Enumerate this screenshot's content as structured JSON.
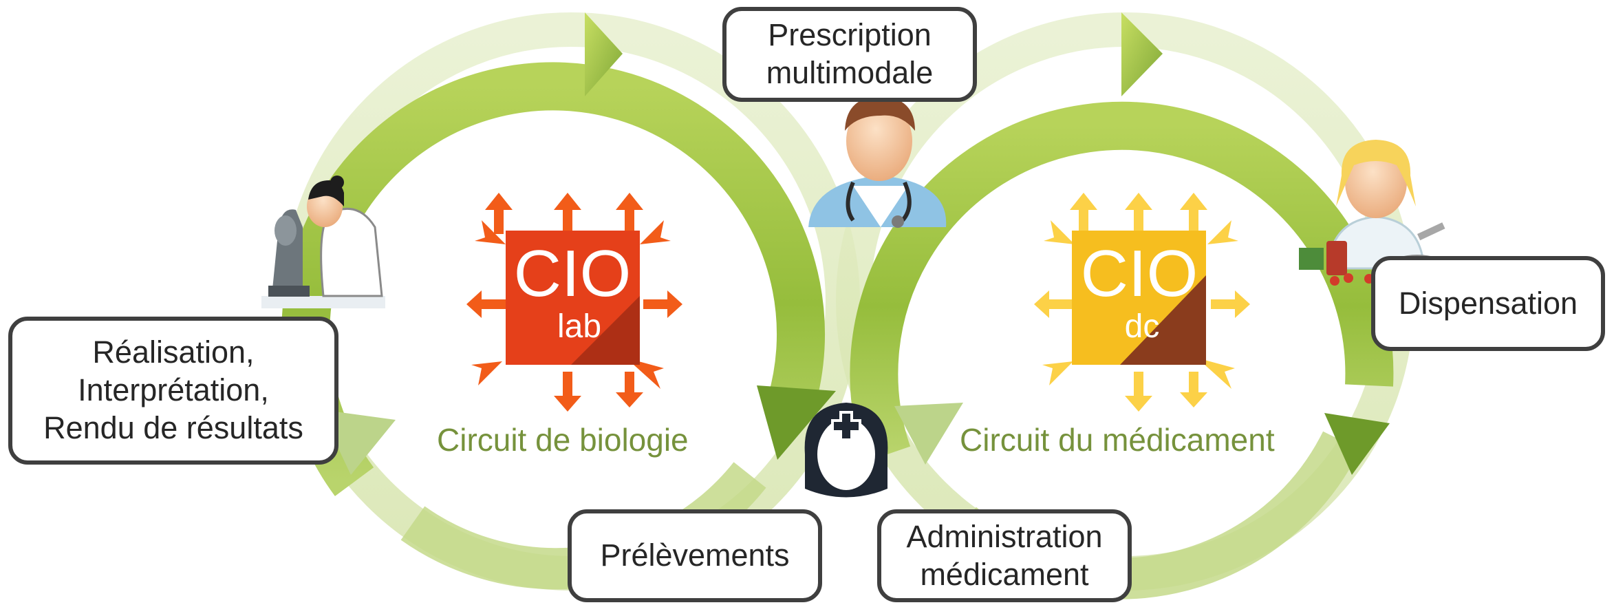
{
  "boxes": {
    "prescription": [
      "Prescription",
      "multimodale"
    ],
    "realisation": [
      "Réalisation,",
      "Interprétation,",
      "Rendu de résultats"
    ],
    "dispensation": [
      "Dispensation"
    ],
    "prelevements": [
      "Prélèvements"
    ],
    "administration": [
      "Administration",
      "médicament"
    ]
  },
  "circuits": {
    "biology": {
      "label": "Circuit de biologie",
      "logo_big": "CIO",
      "logo_small": "lab"
    },
    "drug": {
      "label": "Circuit du médicament",
      "logo_big": "CIO",
      "logo_small": "dc"
    }
  },
  "colors": {
    "arrow_green_light": "#c5da6e",
    "arrow_green_dark": "#6e9a2a",
    "label_green": "#76923c",
    "lab_orange": "#f25c19",
    "lab_tile": "#e5401a",
    "lab_shadow": "#9a2a14",
    "dc_yellow": "#fcd147",
    "dc_tile": "#f6be1f",
    "dc_shadow": "#7e2d1d",
    "box_border": "#3f3f3f"
  },
  "icons": [
    "lab-technician-microscope-icon",
    "doctor-icon",
    "pharmacist-icon",
    "nurse-icon"
  ]
}
